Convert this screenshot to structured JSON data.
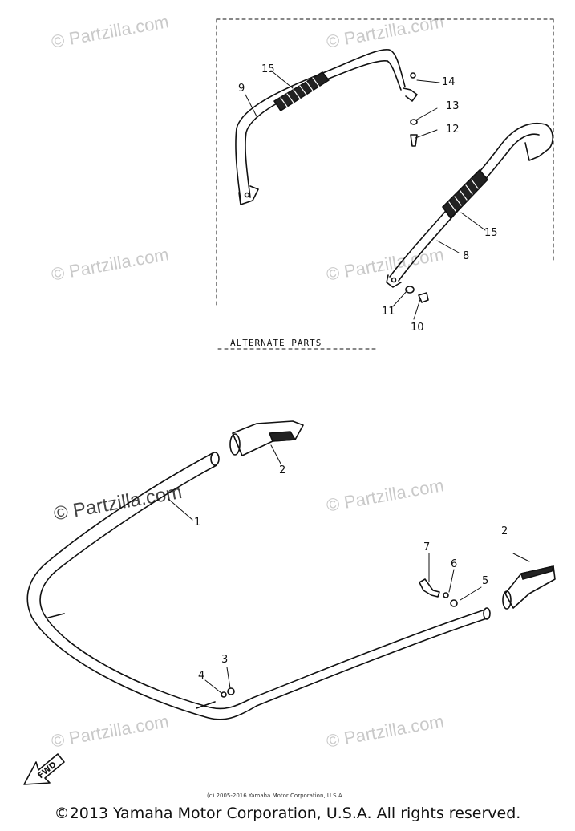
{
  "watermark": "© Partzilla.com",
  "alternate_parts_label": "ALTERNATE PARTS",
  "fwd_label": "FWD",
  "copyright_small": "(c) 2005-2016 Yamaha Motor Corporation, U.S.A.",
  "footer_copyright": "©2013 Yamaha Motor Corporation, U.S.A. All rights reserved.",
  "callouts": {
    "c15a": "15",
    "c9": "9",
    "c14": "14",
    "c13": "13",
    "c12": "12",
    "c15b": "15",
    "c8": "8",
    "c11": "11",
    "c10": "10",
    "c2a": "2",
    "c1": "1",
    "c2b": "2",
    "c7": "7",
    "c6": "6",
    "c5": "5",
    "c3": "3",
    "c4": "4"
  }
}
